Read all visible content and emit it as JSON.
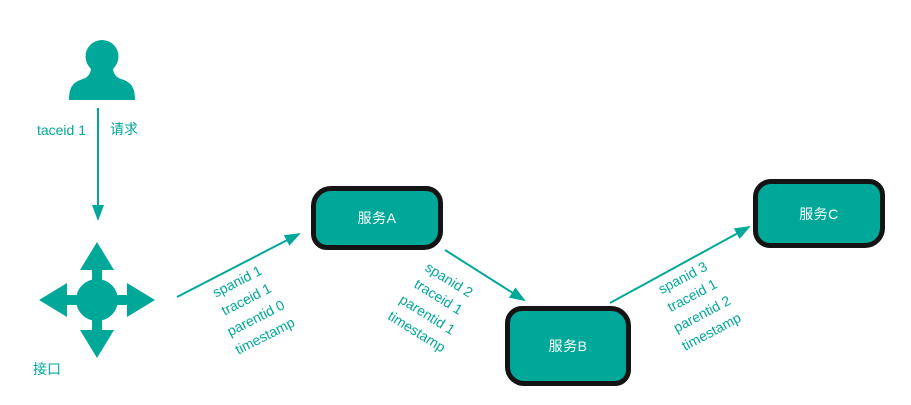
{
  "diagram": {
    "user": {
      "trace_label": "taceid 1",
      "request_label": "请求"
    },
    "interface_label": "接口",
    "services": [
      {
        "id": "A",
        "label": "服务A"
      },
      {
        "id": "B",
        "label": "服务B"
      },
      {
        "id": "C",
        "label": "服务C"
      }
    ],
    "spans": [
      {
        "lines": [
          "spanid 1",
          "traceid 1",
          "parentid 0",
          "timestamp"
        ]
      },
      {
        "lines": [
          "spanid 2",
          "traceid 1",
          "parentid 1",
          "timestamp"
        ]
      },
      {
        "lines": [
          "spanid 3",
          "traceid 1",
          "parentid 2",
          "timestamp"
        ]
      }
    ],
    "colors": {
      "teal": "#00a89a",
      "box_border": "#141414",
      "box_text": "#ffffff"
    }
  }
}
